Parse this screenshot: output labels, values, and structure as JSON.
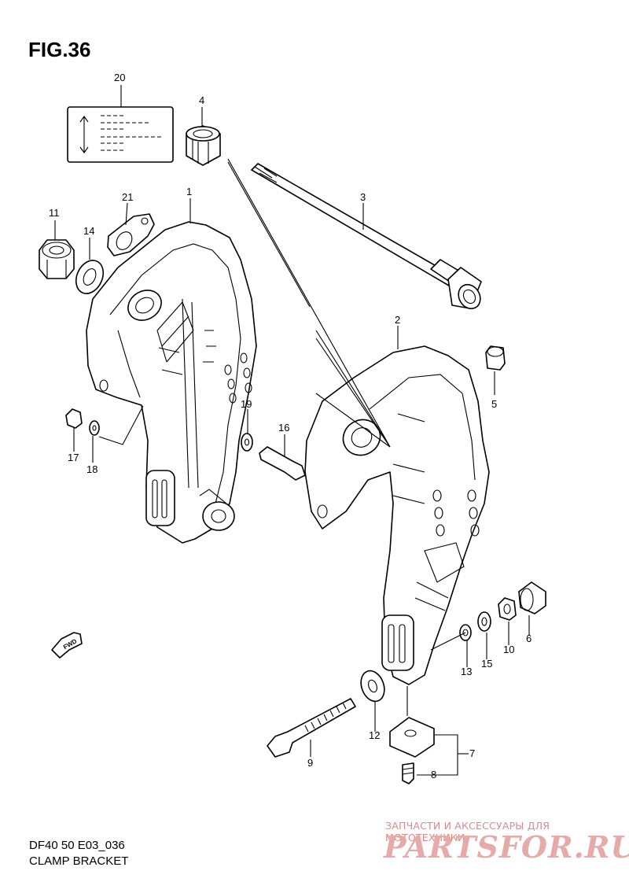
{
  "figure": {
    "title": "FIG.36",
    "model_code": "DF40 50 E03_036",
    "caption": "CLAMP BRACKET"
  },
  "callouts": {
    "c1": "1",
    "c2": "2",
    "c3": "3",
    "c4": "4",
    "c5": "5",
    "c6": "6",
    "c7": "7",
    "c8": "8",
    "c9": "9",
    "c10": "10",
    "c11": "11",
    "c12": "12",
    "c13": "13",
    "c14": "14",
    "c15": "15",
    "c16": "16",
    "c17": "17",
    "c18": "18",
    "c19": "19",
    "c20": "20",
    "c21": "21"
  },
  "fwd_label": "FWD",
  "watermark": {
    "tagline": "ЗАПЧАСТИ И АКСЕССУАРЫ ДЛЯ МОТОТЕХНИКИ",
    "brand": "PARTSFOR.RU"
  }
}
